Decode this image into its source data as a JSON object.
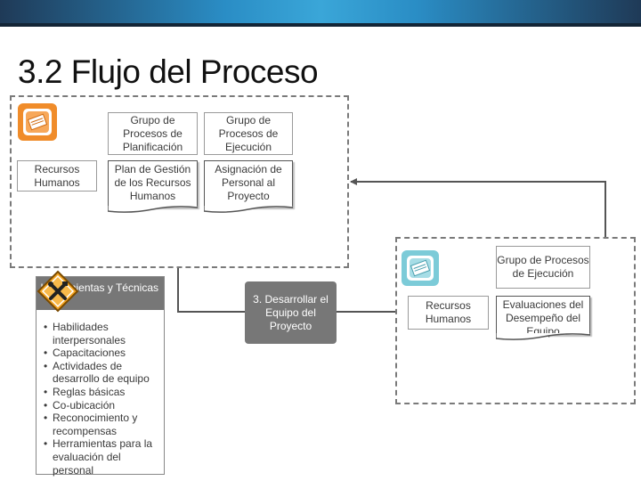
{
  "title": "3.2 Flujo del Proceso",
  "colors": {
    "accent_orange": "#f08c2a",
    "accent_teal": "#7ccbd8",
    "process_gray": "#777777"
  },
  "top_group": {
    "icon": "book-icon",
    "header_planning": "Grupo de Procesos de Planificación",
    "header_execution": "Grupo de Procesos de Ejecución",
    "row_label": "Recursos Humanos",
    "doc_plan": "Plan de Gestión de los Recursos Humanos",
    "doc_assignment": "Asignación de Personal al Proyecto"
  },
  "tools": {
    "icon": "tools-icon",
    "header": "Herramientas y Técnicas",
    "items": [
      "Habilidades interpersonales",
      "Capacitaciones",
      "Actividades de desarrollo de equipo",
      "Reglas básicas",
      "Co-ubicación",
      "Reconocimiento y recompensas",
      "Herramientas para la evaluación del personal"
    ]
  },
  "process": {
    "label": "3. Desarrollar el Equipo del Proyecto"
  },
  "right_group": {
    "icon": "book-icon",
    "header_execution": "Grupo de Procesos de Ejecución",
    "row_label": "Recursos Humanos",
    "doc_evaluations": "Evaluaciones del Desempeño del Equipo"
  }
}
